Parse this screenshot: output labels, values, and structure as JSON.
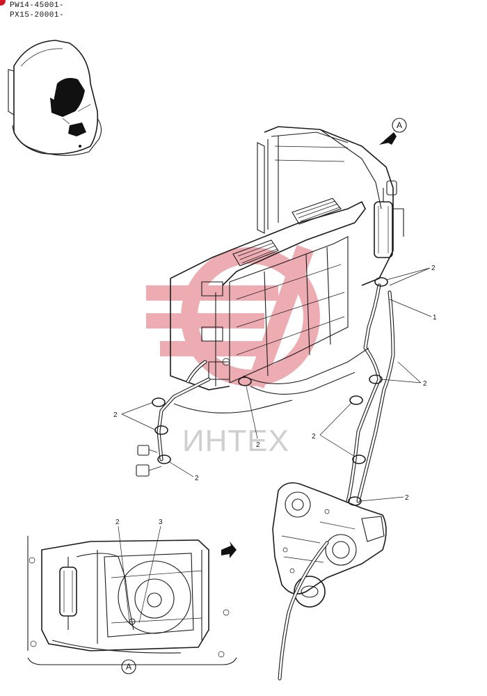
{
  "serial_numbers": [
    "PW14-45001-",
    "PX15-20001-"
  ],
  "watermark": "ИНТЕХ",
  "view_marker": "A",
  "callouts": {
    "top_right_2": "2",
    "top_right_1": "1",
    "right_mid_2": "2",
    "left_2": "2",
    "center_2": "2",
    "left_low_2": "2",
    "mid_right_2": "2",
    "lower_right_2": "2",
    "inset_2": "2",
    "inset_3": "3"
  },
  "colors": {
    "corner_dot": "#d31424",
    "watermark_logo": "#e06a72",
    "line_art": "#1a1a1a"
  }
}
